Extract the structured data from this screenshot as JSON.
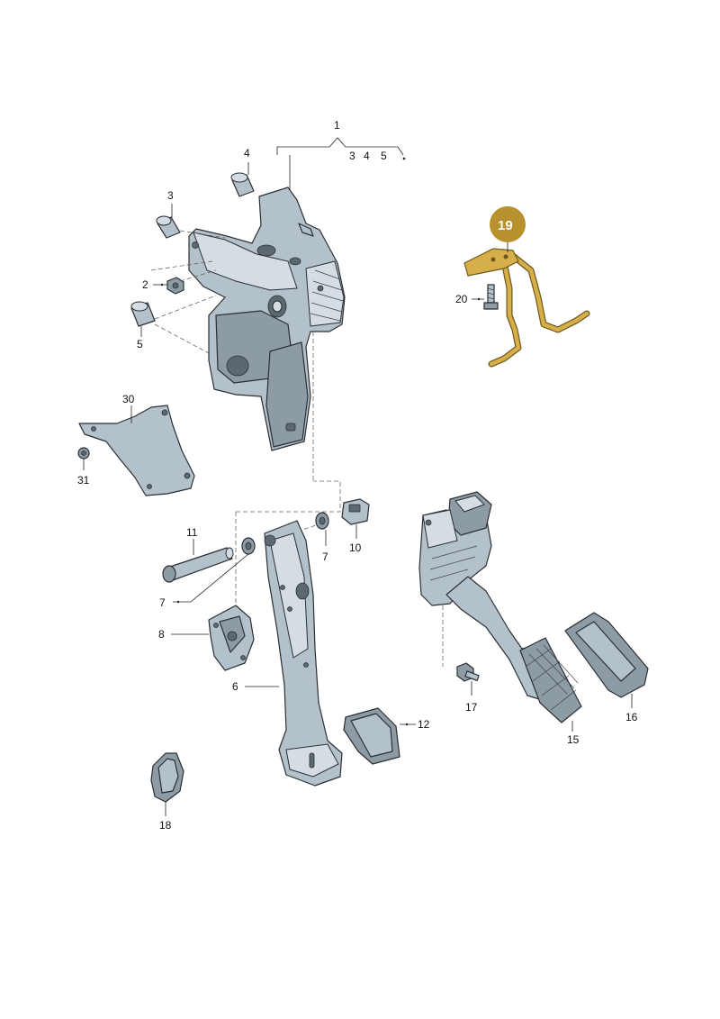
{
  "labels": {
    "p1": "1",
    "p1_sub3": "3",
    "p1_sub4": "4",
    "p1_sub5": "5",
    "p2": "2",
    "p3": "3",
    "p4": "4",
    "p5": "5",
    "p6": "6",
    "p7a": "7",
    "p7b": "7",
    "p8": "8",
    "p10": "10",
    "p11": "11",
    "p12": "12",
    "p15": "15",
    "p16": "16",
    "p17": "17",
    "p18": "18",
    "p19": "19",
    "p20": "20",
    "p30": "30",
    "p31": "31"
  },
  "colors": {
    "highlight_badge": "#b8912e",
    "highlight_part": "#d6ae4a",
    "part_fill": "#b3c1ca"
  }
}
